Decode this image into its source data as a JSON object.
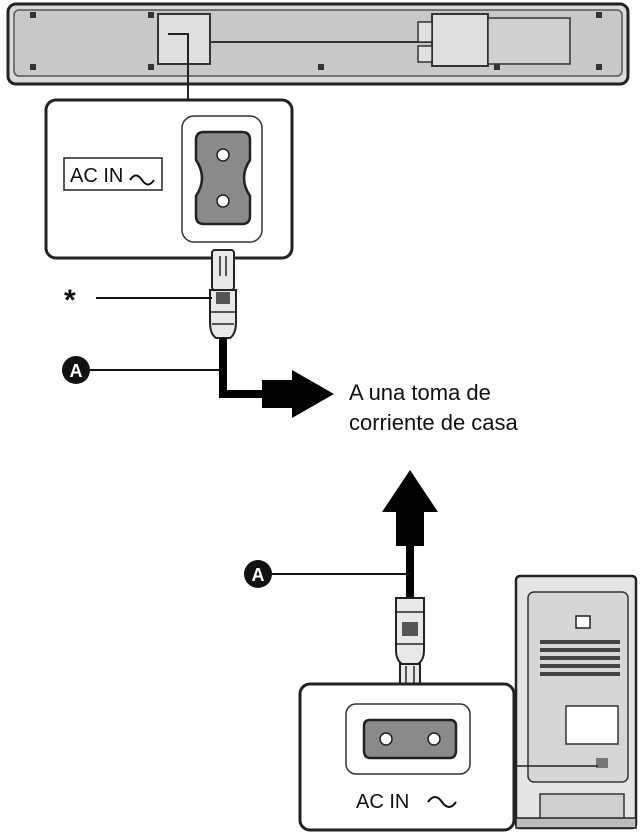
{
  "labels": {
    "ac_in_top": "AC IN",
    "ac_in_bottom": "AC IN",
    "asterisk": "*",
    "cable_marker_top": "A",
    "cable_marker_bottom": "A",
    "destination_line1": "A una toma de",
    "destination_line2": "corriente de casa"
  },
  "icons": {
    "wave": "tilde-wave-icon",
    "arrow": "arrow-icon"
  }
}
